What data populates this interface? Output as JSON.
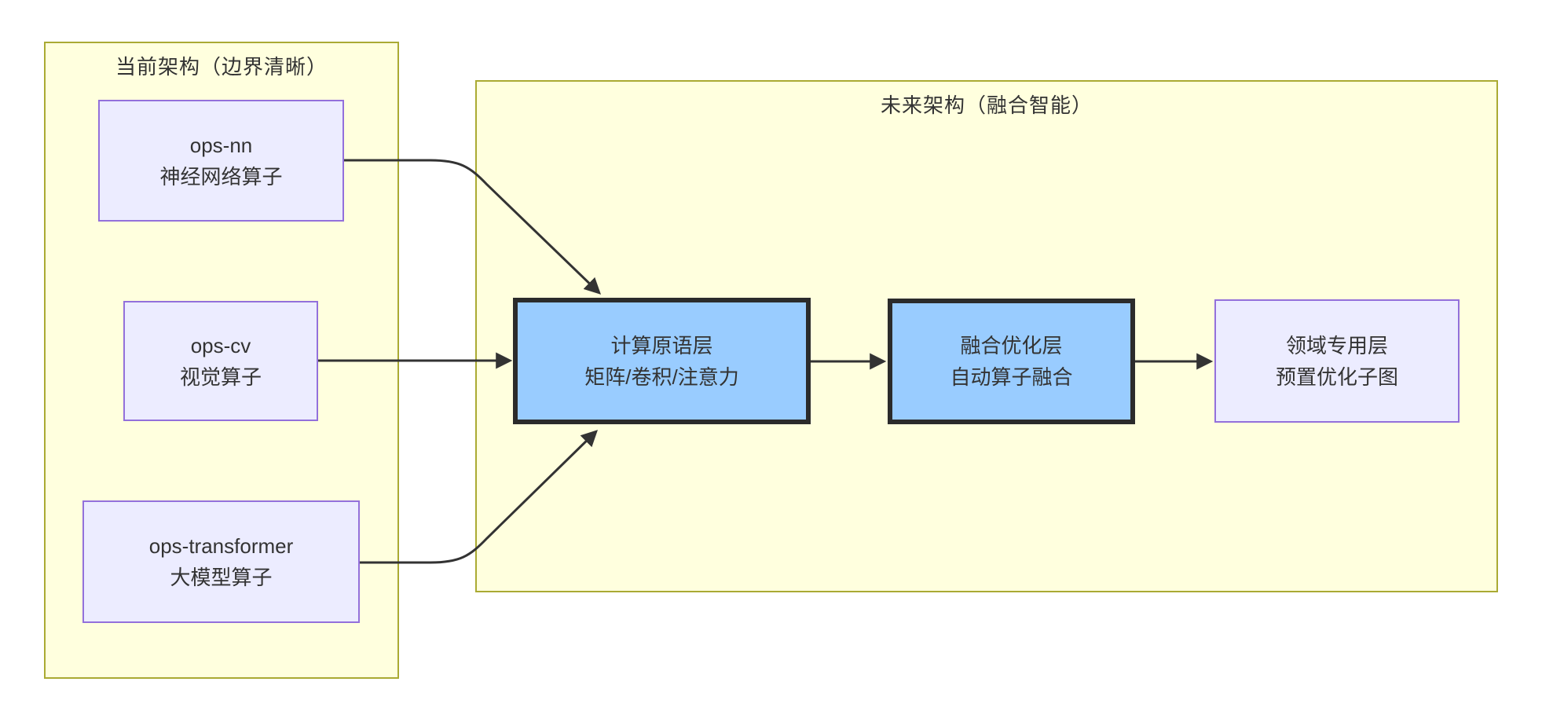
{
  "diagram": {
    "clusters": {
      "current": {
        "title": "当前架构（边界清晰）"
      },
      "future": {
        "title": "未来架构（融合智能）"
      }
    },
    "nodes": {
      "ops_nn": {
        "line1": "ops-nn",
        "line2": "神经网络算子"
      },
      "ops_cv": {
        "line1": "ops-cv",
        "line2": "视觉算子"
      },
      "ops_transformer": {
        "line1": "ops-transformer",
        "line2": "大模型算子"
      },
      "primitive": {
        "line1": "计算原语层",
        "line2": "矩阵/卷积/注意力"
      },
      "fusion": {
        "line1": "融合优化层",
        "line2": "自动算子融合"
      },
      "domain": {
        "line1": "领域专用层",
        "line2": "预置优化子图"
      }
    },
    "edges": [
      {
        "from": "ops_nn",
        "to": "primitive"
      },
      {
        "from": "ops_cv",
        "to": "primitive"
      },
      {
        "from": "ops_transformer",
        "to": "primitive"
      },
      {
        "from": "primitive",
        "to": "fusion"
      },
      {
        "from": "fusion",
        "to": "domain"
      }
    ],
    "colors": {
      "cluster_fill": "#ffffde",
      "cluster_border": "#aaaa33",
      "node_fill": "#ECECFF",
      "node_border": "#9370DB",
      "highlight_fill": "#99CCFF",
      "highlight_border": "#2b2b2b",
      "edge": "#333333",
      "text": "#333333",
      "page_background": "#ffffff"
    }
  }
}
